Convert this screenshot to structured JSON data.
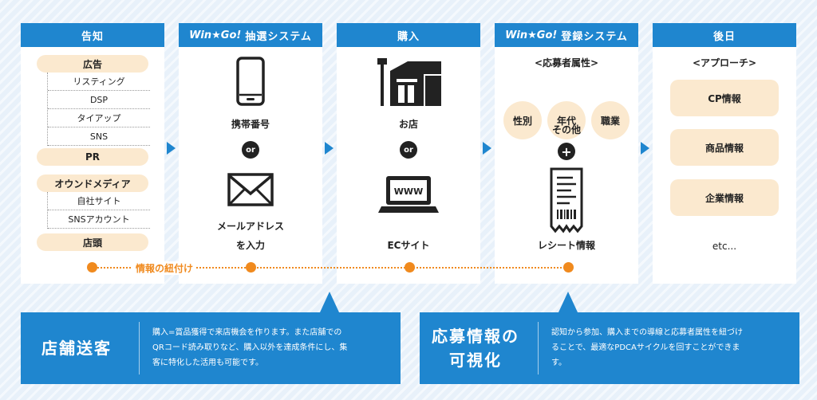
{
  "columns": {
    "c1": {
      "title": "告知"
    },
    "c2": {
      "brand": "Win★Go!",
      "title": "抽選システム"
    },
    "c3": {
      "title": "購入"
    },
    "c4": {
      "brand": "Win★Go!",
      "title": "登録システム"
    },
    "c5": {
      "title": "後日"
    }
  },
  "notice": {
    "ad": "広告",
    "ad_items": [
      "リスティング",
      "DSP",
      "タイアップ",
      "SNS"
    ],
    "pr": "PR",
    "owned": "オウンドメディア",
    "owned_items": [
      "自社サイト",
      "SNSアカウント"
    ],
    "store": "店頭"
  },
  "lottery": {
    "phone_label": "携帯番号",
    "or": "or",
    "mail_label_1": "メールアドレス",
    "mail_label_2": "を入力"
  },
  "purchase": {
    "store_label": "お店",
    "or": "or",
    "ec_label": "ECサイト",
    "www": "WWW"
  },
  "registration": {
    "attr_title": "<応募者属性>",
    "attrs": [
      "性別",
      "年代",
      "職業"
    ],
    "other": "その他",
    "plus": "+",
    "receipt_label": "レシート情報"
  },
  "later": {
    "title": "<アプローチ>",
    "items": [
      "CP情報",
      "商品情報",
      "企業情報"
    ],
    "etc": "etc..."
  },
  "link_label": "情報の紐付け",
  "panels": {
    "left": {
      "title": "店舗送客",
      "desc": [
        "購入=賞品獲得で来店機会を作ります。また店舗での",
        "QRコード読み取りなど、購入以外を達成条件にし、集",
        "客に特化した活用も可能です。"
      ]
    },
    "right": {
      "title_1": "応募情報の",
      "title_2": "可視化",
      "desc": [
        "認知から参加、購入までの導線と応募者属性を紐づけ",
        "ることで、最適なPDCAサイクルを回すことができま",
        "す。"
      ]
    }
  },
  "colors": {
    "accent": "#1f86cf",
    "orange": "#f08a1e",
    "cream": "#fbe9cf"
  }
}
